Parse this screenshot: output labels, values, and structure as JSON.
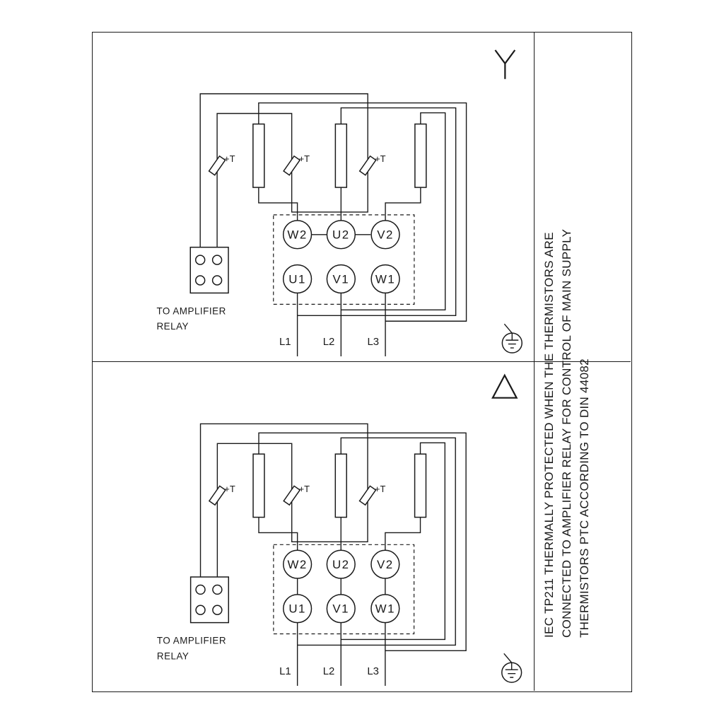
{
  "sidebar": {
    "note_lines": [
      "IEC TP211 THERMALLY PROTECTED WHEN THE THERMISTORS ARE",
      "CONNECTED TO AMPLIFIER RELAY FOR CONTROL OF MAIN SUPPLY",
      "THERMISTORS PTC ACCORDING TO DIN 44082"
    ]
  },
  "panels": [
    {
      "connection_symbol": "star",
      "terminals_top": [
        "W2",
        "U2",
        "V2"
      ],
      "terminals_bottom": [
        "U1",
        "V1",
        "W1"
      ],
      "supply_labels": [
        "L1",
        "L2",
        "L3"
      ],
      "thermistor_label": "+T",
      "relay_caption_line1": "TO AMPLIFIER",
      "relay_caption_line2": "RELAY"
    },
    {
      "connection_symbol": "delta",
      "terminals_top": [
        "W2",
        "U2",
        "V2"
      ],
      "terminals_bottom": [
        "U1",
        "V1",
        "W1"
      ],
      "supply_labels": [
        "L1",
        "L2",
        "L3"
      ],
      "thermistor_label": "+T",
      "relay_caption_line1": "TO AMPLIFIER",
      "relay_caption_line2": "RELAY"
    }
  ],
  "icons": {
    "top_panel": "star-connection-icon",
    "bottom_panel": "delta-connection-icon",
    "ground": "earth-ground-icon"
  },
  "colors": {
    "line": "#1a1a1a",
    "background": "#ffffff"
  }
}
